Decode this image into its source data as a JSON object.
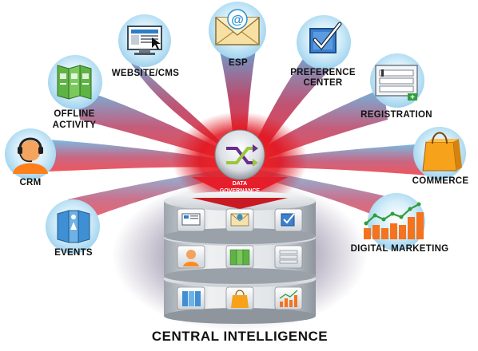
{
  "diagram": {
    "title": "CENTRAL INTELLIGENCE",
    "hub_label_line1": "DATA",
    "hub_label_line2": "GOVERNANCE",
    "channels": [
      {
        "id": "website",
        "label": "WEBSITE/CMS",
        "icon": "monitor-icon"
      },
      {
        "id": "esp",
        "label": "ESP",
        "icon": "email-envelope-icon"
      },
      {
        "id": "preference",
        "label_line1": "PREFERENCE",
        "label_line2": "CENTER",
        "icon": "checkbox-icon"
      },
      {
        "id": "offline",
        "label_line1": "OFFLINE",
        "label_line2": "ACTIVITY",
        "icon": "brochure-icon"
      },
      {
        "id": "registration",
        "label": "REGISTRATION",
        "icon": "registration-form-icon"
      },
      {
        "id": "crm",
        "label": "CRM",
        "icon": "headset-agent-icon"
      },
      {
        "id": "commerce",
        "label": "COMMERCE",
        "icon": "shopping-bag-icon"
      },
      {
        "id": "events",
        "label": "EVENTS",
        "icon": "event-booth-icon"
      },
      {
        "id": "digital",
        "label": "DIGITAL MARKETING",
        "icon": "growth-chart-icon"
      }
    ],
    "colors": {
      "stream_red": "#e61e2b",
      "stream_blue": "#2a8fd0",
      "bubble_blue": "#bfe3f6",
      "server_silver": "#d7dbe0",
      "hub_purple": "#6a2d8f"
    }
  }
}
